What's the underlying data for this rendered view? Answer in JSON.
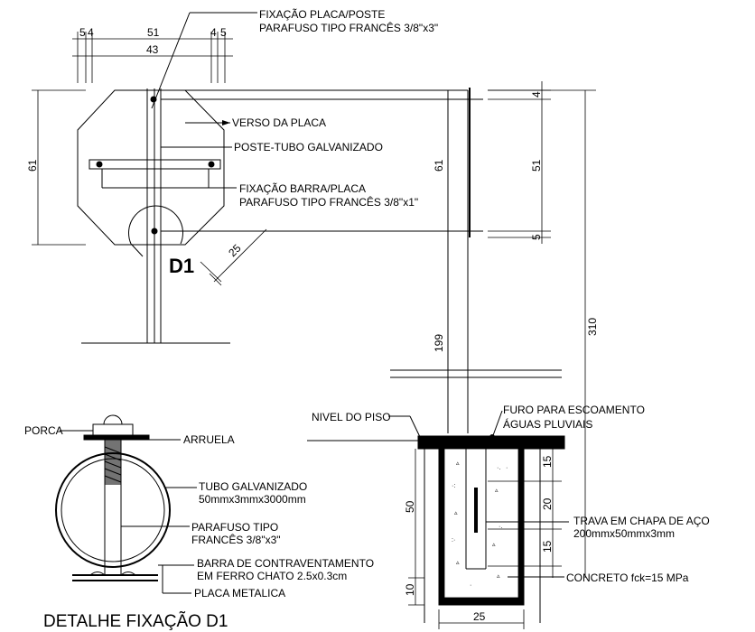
{
  "notes": {
    "fixacao_placa_poste_1": "FIXAÇÃO PLACA/POSTE",
    "fixacao_placa_poste_2": "PARAFUSO TIPO FRANCÊS 3/8\"x3\"",
    "verso_placa": "VERSO DA PLACA",
    "poste_tubo": "POSTE-TUBO GALVANIZADO",
    "fixacao_barra_1": "FIXAÇÃO BARRA/PLACA",
    "fixacao_barra_2": "PARAFUSO TIPO FRANCÊS 3/8\"x1\"",
    "d1_marker": "D1",
    "nivel_piso": "NIVEL DO PISO",
    "furo_1": "FURO PARA ESCOAMENTO",
    "furo_2": "ÁGUAS PLUVIAIS",
    "porca": "PORCA",
    "arruela": "ARRUELA",
    "tubo_1": "TUBO GALVANIZADO",
    "tubo_2": "50mmx3mmx3000mm",
    "parafuso_1": "PARAFUSO TIPO",
    "parafuso_2": "FRANCÊS 3/8\"x3\"",
    "barra_1": "BARRA DE CONTRAVENTAMENTO",
    "barra_2": "EM FERRO CHATO 2.5x0.3cm",
    "placa_metalica": "PLACA METALICA",
    "trava_1": "TRAVA EM CHAPA DE AÇO",
    "trava_2": "200mmx50mmx3mm",
    "concreto": "CONCRETO fck=15 MPa",
    "detail_title": "DETALHE FIXAÇÃO D1"
  },
  "dimensions": {
    "d_5a": "5",
    "d_4a": "4",
    "d_51_top": "51",
    "d_43": "43",
    "d_4b": "4",
    "d_5b": "5",
    "d_61_left": "61",
    "d_61_mid": "61",
    "d_25_diag": "25",
    "d_4_right": "4",
    "d_51_right": "51",
    "d_5_right": "5",
    "d_199": "199",
    "d_310": "310",
    "d_50": "50",
    "d_10": "10",
    "d_15_top": "15",
    "d_20": "20",
    "d_15_bot": "15",
    "d_25_bottom": "25"
  }
}
